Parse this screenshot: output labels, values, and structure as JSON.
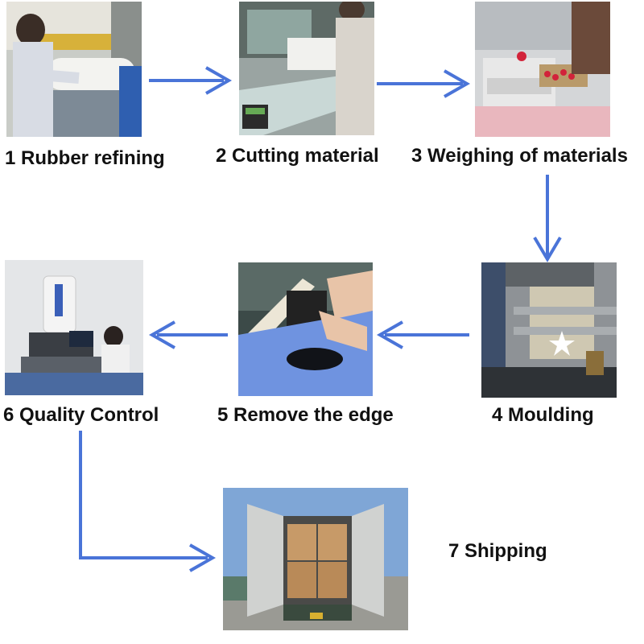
{
  "steps": [
    {
      "label": "1 Rubber refining"
    },
    {
      "label": "2 Cutting material"
    },
    {
      "label": "3 Weighing of materials"
    },
    {
      "label": "4 Moulding"
    },
    {
      "label": "5 Remove the edge"
    },
    {
      "label": "6 Quality Control"
    },
    {
      "label": "7 Shipping"
    }
  ],
  "colors": {
    "arrow": "#4a74d8",
    "text": "#111111"
  }
}
